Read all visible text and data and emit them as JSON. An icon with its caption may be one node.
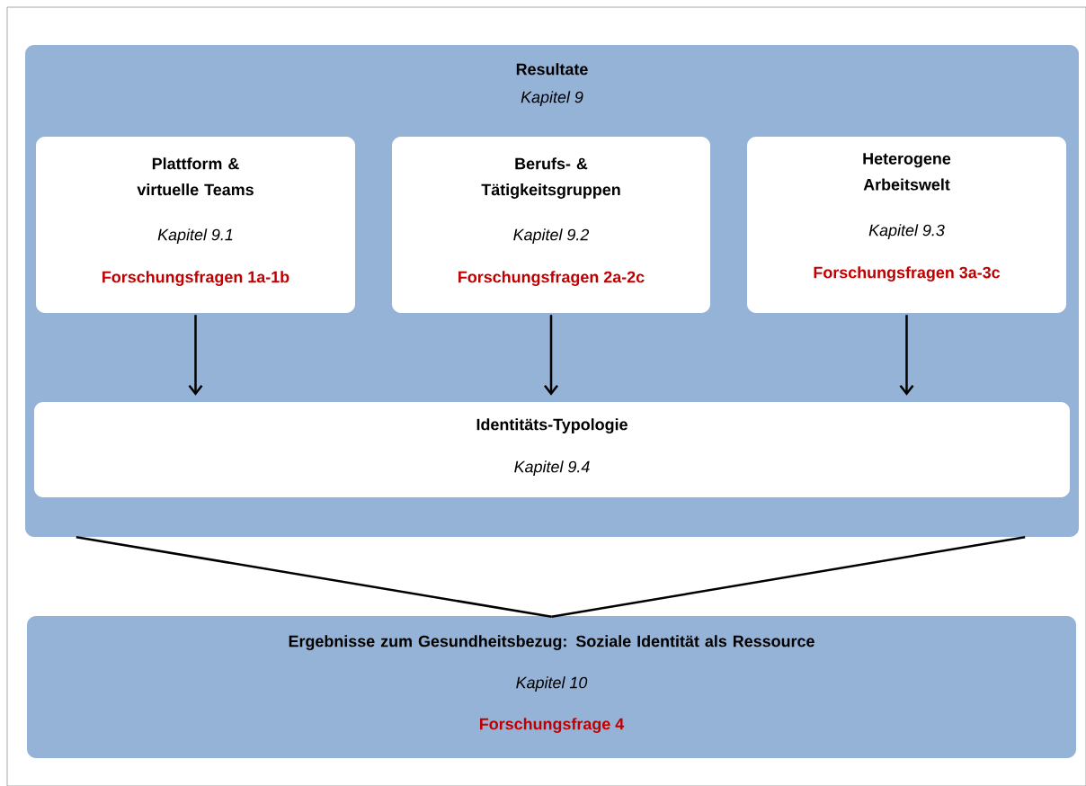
{
  "diagram": {
    "nodes": [
      {
        "text": [
          "Resultate",
          "Kapitel 9"
        ]
      },
      {
        "text": [
          "Plattform & virtuelle Teams",
          "Kapitel 9.1",
          "Forschungsfragen 1a-1b"
        ],
        "in": 0
      },
      {
        "text": [
          "Berufs- & Tätigkeitsgruppen",
          "Kapitel 9.2",
          "Forschungsfragen 2a-2c"
        ],
        "in": 0
      },
      {
        "text": [
          "Heterogene Arbeitswelt",
          "Kapitel 9.3",
          "Forschungsfragen 3a-3c"
        ],
        "in": 0
      },
      {
        "text": [
          "Identitäts-Typologie",
          "Kapitel 9.4"
        ],
        "in": 0
      },
      {
        "text": [
          "Ergebnisse zum Gesundheitsbezug: Soziale Identität als Ressource",
          "Kapitel 10",
          "Forschungsfrage 4"
        ]
      }
    ],
    "edges": [
      {
        "from": 1,
        "to": 4,
        "arrow": "to"
      },
      {
        "from": 2,
        "to": 4,
        "arrow": "to"
      },
      {
        "from": 3,
        "to": 4,
        "arrow": "to"
      },
      {
        "from": 0,
        "to": 5,
        "arrow": "none"
      },
      {
        "from": 0,
        "to": 5,
        "arrow": "none"
      }
    ]
  }
}
